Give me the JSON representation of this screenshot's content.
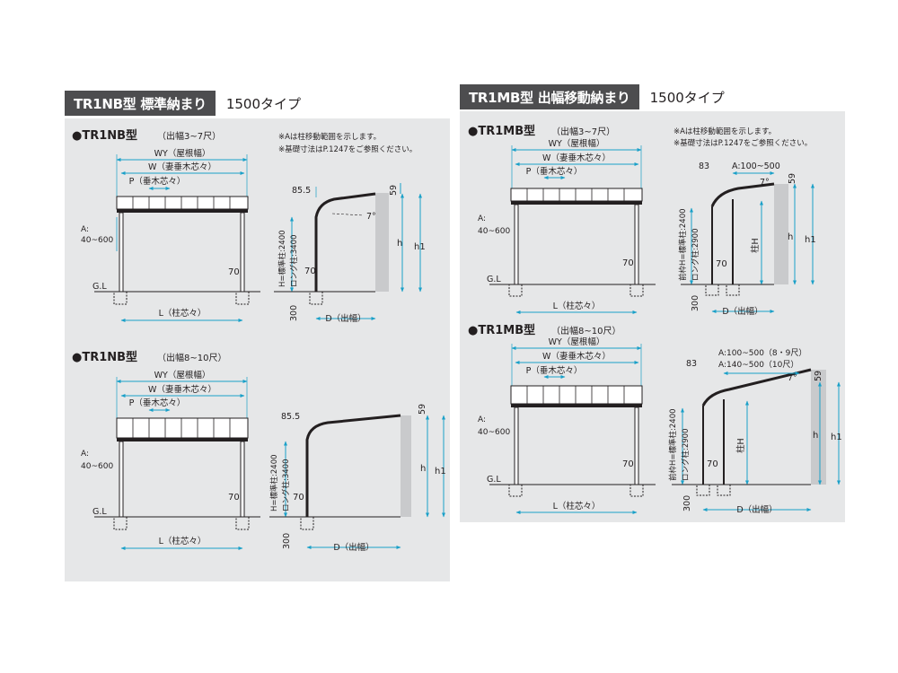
{
  "colors": {
    "dim": "#1aa0c8",
    "panel": "#e6e7e8",
    "header": "#4d4d4f",
    "wall": "#c9cacc"
  },
  "left": {
    "header_dark": "TR1NB型 標準納まり",
    "header_light": "1500タイプ",
    "note_a": "※Aは柱移動範囲を示します。",
    "note_b": "※基礎寸法はP.1247をご参照ください。",
    "top": {
      "title": "●TR1NB型",
      "title_sub": "（出幅3~7尺）",
      "wy": "WY（屋根幅）",
      "w": "W（妻垂木芯々）",
      "p": "P（垂木芯々）",
      "a": "A:",
      "a_range": "40~600",
      "v70": "70",
      "gl": "G.L",
      "l": "L（柱芯々）",
      "d85": "85.5",
      "d59": "59",
      "deg": "7°",
      "h": "h",
      "h1": "h1",
      "post_a": "H=標準柱:2400",
      "post_b": "ロング柱:3400",
      "s70": "70",
      "d300": "300",
      "d": "D（出幅）"
    },
    "bottom": {
      "title": "●TR1NB型",
      "title_sub": "（出幅8~10尺）",
      "wy": "WY（屋根幅）",
      "w": "W（妻垂木芯々）",
      "p": "P（垂木芯々）",
      "a": "A:",
      "a_range": "40~600",
      "v70": "70",
      "gl": "G.L",
      "l": "L（柱芯々）",
      "d85": "85.5",
      "d59": "59",
      "h": "h",
      "h1": "h1",
      "post_a": "H=標準柱:2400",
      "post_b": "ロング柱:3400",
      "s70": "70",
      "d300": "300",
      "d": "D（出幅）"
    }
  },
  "right": {
    "header_dark": "TR1MB型 出幅移動納まり",
    "header_light": "1500タイプ",
    "note_a": "※Aは柱移動範囲を示します。",
    "note_b": "※基礎寸法はP.1247をご参照ください。",
    "top": {
      "title": "●TR1MB型",
      "title_sub": "（出幅3~7尺）",
      "wy": "WY（屋根幅）",
      "w": "W（妻垂木芯々）",
      "p": "P（垂木芯々）",
      "a": "A:",
      "a_range": "40~600",
      "v70": "70",
      "gl": "G.L",
      "l": "L（柱芯々）",
      "d83": "83",
      "a_sec": "A:100~500",
      "d59": "59",
      "deg": "7°",
      "h": "h",
      "h1": "h1",
      "pillar": "柱H",
      "post_a": "前枠H=標準柱:2400",
      "post_b": "ロング柱:2900",
      "s70": "70",
      "d300": "300",
      "d": "D（出幅）"
    },
    "bottom": {
      "title": "●TR1MB型",
      "title_sub": "（出幅8~10尺）",
      "wy": "WY（屋根幅）",
      "w": "W（妻垂木芯々）",
      "p": "P（垂木芯々）",
      "a": "A:",
      "a_range": "40~600",
      "v70": "70",
      "gl": "G.L",
      "l": "L（柱芯々）",
      "d83": "83",
      "a_sec1": "A:100~500（8・9尺）",
      "a_sec2": "A:140~500（10尺）",
      "d59": "59",
      "deg": "7°",
      "h": "h",
      "h1": "h1",
      "pillar": "柱H",
      "post_a": "前枠H=標準柱:2400",
      "post_b": "ロング柱:2900",
      "s70": "70",
      "d300": "300",
      "d": "D（出幅）"
    }
  }
}
